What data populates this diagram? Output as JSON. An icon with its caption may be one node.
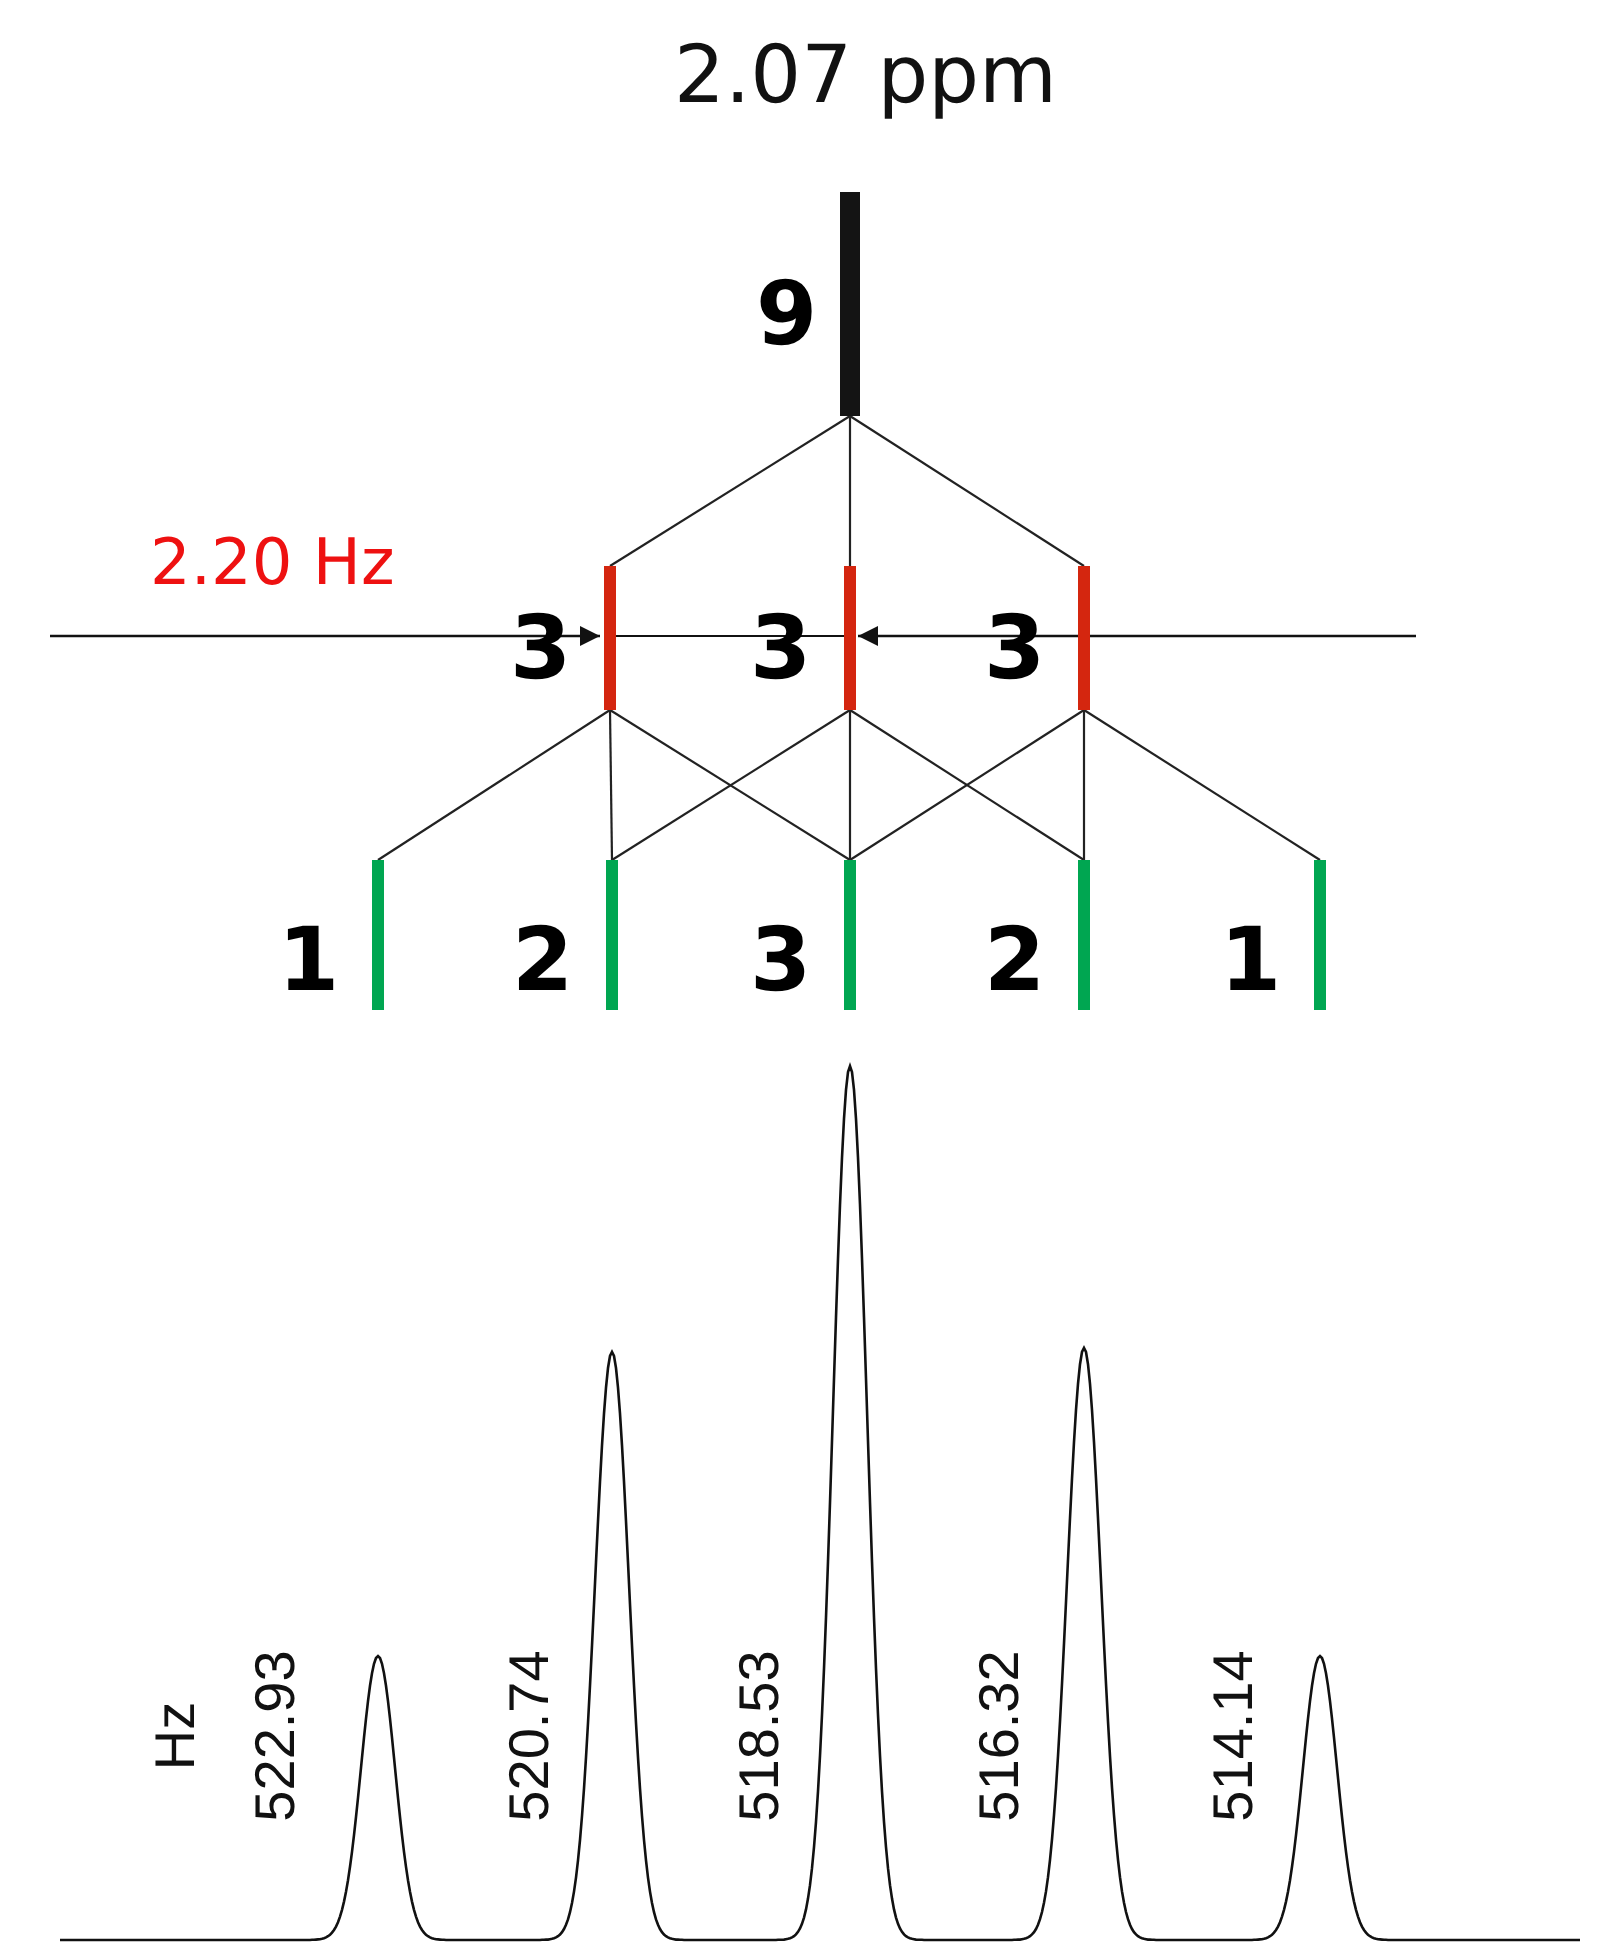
{
  "diagram": {
    "nodes": [
      {
        "text": [
          "9"
        ]
      },
      {
        "text": [
          "3"
        ]
      },
      {
        "text": [
          "3"
        ]
      },
      {
        "text": [
          "3"
        ]
      },
      {
        "text": [
          "1"
        ]
      },
      {
        "text": [
          "2"
        ]
      },
      {
        "text": [
          "3"
        ]
      },
      {
        "text": [
          "2"
        ]
      },
      {
        "text": [
          "1"
        ]
      }
    ],
    "edges": [
      {
        "from": 0,
        "to": 1,
        "arrow": "none"
      },
      {
        "from": 0,
        "to": 2,
        "arrow": "none"
      },
      {
        "from": 0,
        "to": 3,
        "arrow": "none"
      },
      {
        "from": 1,
        "to": 4,
        "arrow": "none"
      },
      {
        "from": 1,
        "to": 5,
        "arrow": "none"
      },
      {
        "from": 1,
        "to": 6,
        "arrow": "none"
      },
      {
        "from": 2,
        "to": 5,
        "arrow": "none"
      },
      {
        "from": 2,
        "to": 6,
        "arrow": "none"
      },
      {
        "from": 2,
        "to": 7,
        "arrow": "none"
      },
      {
        "from": 3,
        "to": 6,
        "arrow": "none"
      },
      {
        "from": 3,
        "to": 7,
        "arrow": "none"
      },
      {
        "from": 3,
        "to": 8,
        "arrow": "none"
      }
    ],
    "labels": [
      "2.07 ppm",
      "2.20 Hz",
      "Hz",
      "522.93",
      "520.74",
      "518.53",
      "516.32",
      "514.14"
    ]
  }
}
